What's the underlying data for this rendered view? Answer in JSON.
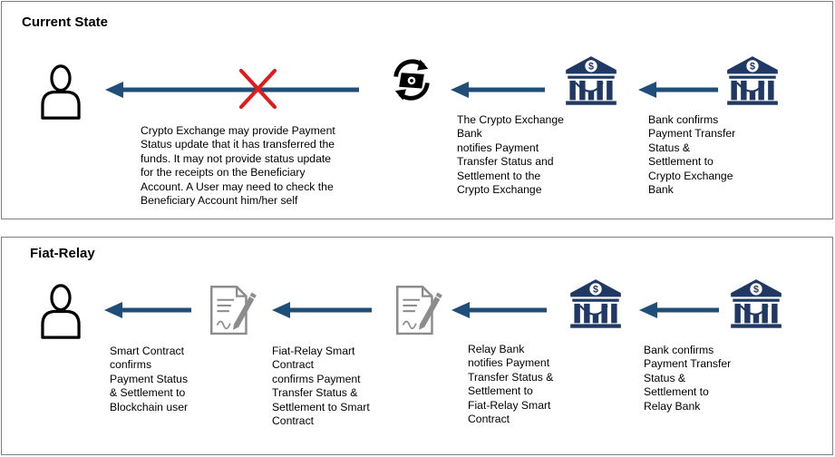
{
  "colors": {
    "arrow": "#1f4e79",
    "icon": "#1f3864",
    "cross": "#e11b1b",
    "doc_icon": "#8c8c8c",
    "border": "#7f7f7f"
  },
  "current_state": {
    "title": "Current State",
    "captions": {
      "bank_confirms": "Bank confirms\nPayment Transfer\nStatus &\nSettlement to\nCrypto Exchange\nBank",
      "exchange_bank": "The Crypto Exchange\nBank\nnotifies Payment\nTransfer Status and\nSettlement to the\nCrypto Exchange",
      "exchange_status": "Crypto Exchange may provide  Payment\nStatus update that it has transferred the\nfunds. It may not provide status update\nfor the receipts on the Beneficiary\nAccount. A User may need to check the\nBeneficiary Account him/her self"
    },
    "icons": [
      "user-icon",
      "cross-icon",
      "exchange-icon",
      "bank-icon",
      "bank-icon"
    ]
  },
  "fiat_relay": {
    "title": "Fiat-Relay",
    "captions": {
      "bank_confirms": "Bank confirms\nPayment Transfer\nStatus &\nSettlement  to\nRelay Bank",
      "relay_bank": "Relay Bank\nnotifies Payment\nTransfer Status &\nSettlement to\nFiat-Relay Smart\nContract",
      "fiat_relay_contract": "Fiat-Relay Smart\nContract\nconfirms Payment\nTransfer Status &\nSettlement to Smart\nContract",
      "smart_contract": "Smart Contract\nconfirms\nPayment Status\n& Settlement  to\nBlockchain user"
    },
    "icons": [
      "user-icon",
      "contract-icon",
      "contract-icon",
      "bank-icon",
      "bank-icon"
    ]
  }
}
